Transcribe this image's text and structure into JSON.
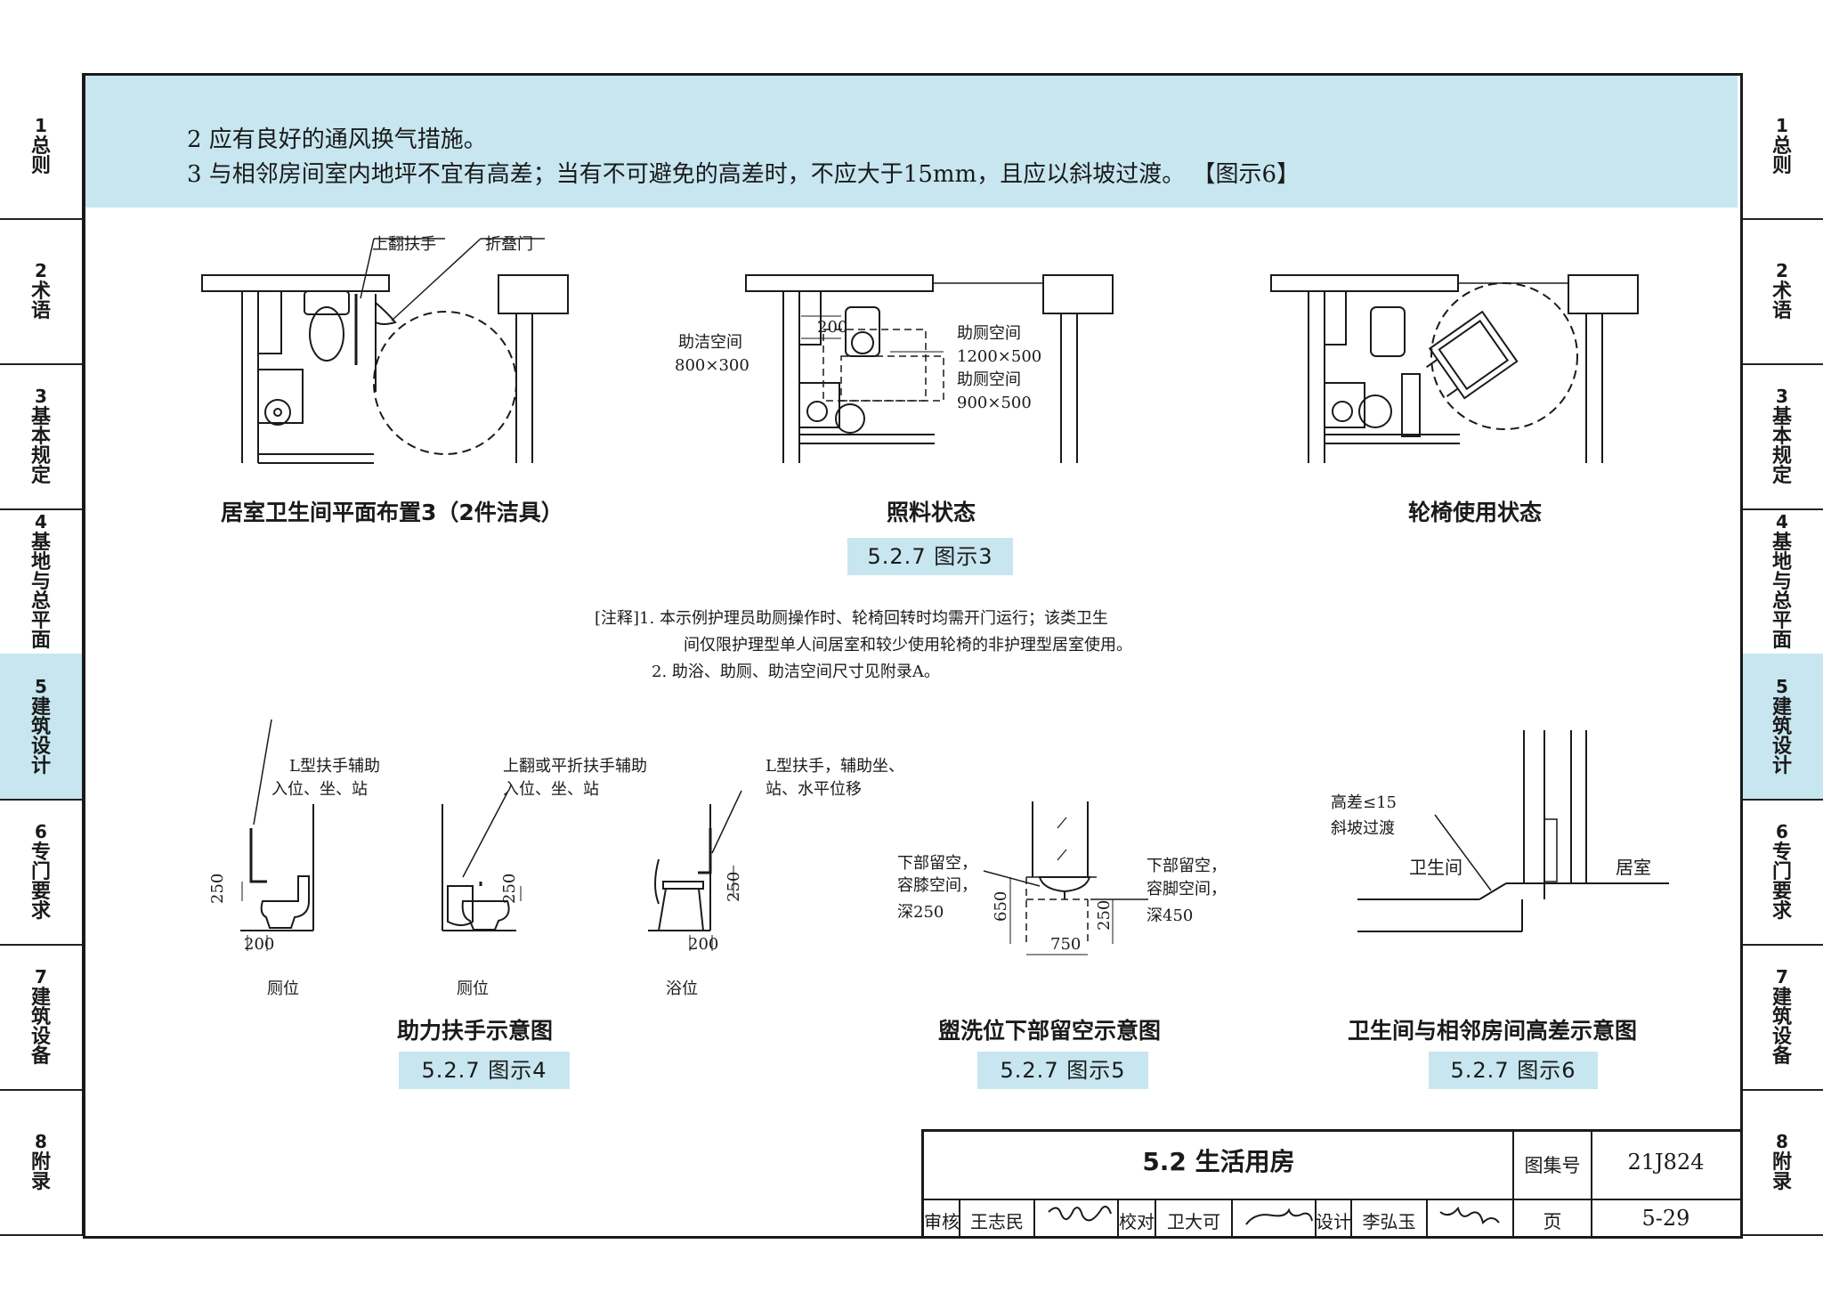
{
  "sidebar": {
    "items": [
      {
        "num": "1",
        "text": "总则"
      },
      {
        "num": "2",
        "text": "术语"
      },
      {
        "num": "3",
        "text": "基本规定"
      },
      {
        "num": "4",
        "text": "基地与总平面"
      },
      {
        "num": "5",
        "text": "建筑设计",
        "active": true
      },
      {
        "num": "6",
        "text": "专门要求"
      },
      {
        "num": "7",
        "text": "建筑设备"
      },
      {
        "num": "8",
        "text": "附录"
      }
    ]
  },
  "header": {
    "line2": "2   应有良好的通风换气措施。",
    "line3": "3   与相邻房间室内地坪不宜有高差；当有不可避免的高差时，不应大于15mm，且应以斜坡过渡。 【图示6】"
  },
  "figure3": {
    "tag": "5.2.7 图示3",
    "plans": [
      {
        "caption": "居室卫生间平面布置3（2件洁具）",
        "labels": [
          "上翻扶手",
          "折叠门"
        ]
      },
      {
        "caption": "照料状态",
        "labels": [
          "助洁空间",
          "800×300",
          "200",
          "助厕空间",
          "1200×500",
          "助厕空间",
          "900×500"
        ]
      },
      {
        "caption": "轮椅使用状态",
        "labels": []
      }
    ]
  },
  "notes": {
    "line1": "[注释]1. 本示例护理员助厕操作时、轮椅回转时均需开门运行；该类卫生",
    "line2": "间仅限护理型单人间居室和较少使用轮椅的非护理型居室使用。",
    "line3": "2. 助浴、助厕、助洁空间尺寸见附录A。"
  },
  "figure4": {
    "tag": "5.2.7 图示4",
    "caption": "助力扶手示意图",
    "items": [
      {
        "label1": "L型扶手辅助",
        "label2": "入位、坐、站",
        "dim1": "250",
        "dim2": "200",
        "name": "厕位"
      },
      {
        "label1": "上翻或平折扶手辅助",
        "label2": "入位、坐、站",
        "dim1": "250",
        "dim2": "",
        "name": "厕位"
      },
      {
        "label1": "L型扶手，辅助坐、",
        "label2": "站、水平位移",
        "dim1": "250",
        "dim2": "200",
        "name": "浴位"
      }
    ]
  },
  "figure5": {
    "tag": "5.2.7 图示5",
    "caption": "盥洗位下部留空示意图",
    "left_label": [
      "下部留空，",
      "容膝空间，",
      "深250"
    ],
    "right_label": [
      "下部留空，",
      "容脚空间，",
      "深450"
    ],
    "dims": {
      "h": "650",
      "s": "250",
      "w": "750"
    }
  },
  "figure6": {
    "tag": "5.2.7 图示6",
    "caption": "卫生间与相邻房间高差示意图",
    "label1": "高差≤15",
    "label2": "斜坡过渡",
    "room_left": "卫生间",
    "room_right": "居室"
  },
  "title_block": {
    "title": "5.2 生活用房",
    "atlas_label": "图集号",
    "atlas_no": "21J824",
    "page_label": "页",
    "page_no": "5-29",
    "review_label": "审核",
    "reviewer": "王志民",
    "check_label": "校对",
    "checker": "卫大可",
    "design_label": "设计",
    "designer": "李弘玉"
  }
}
